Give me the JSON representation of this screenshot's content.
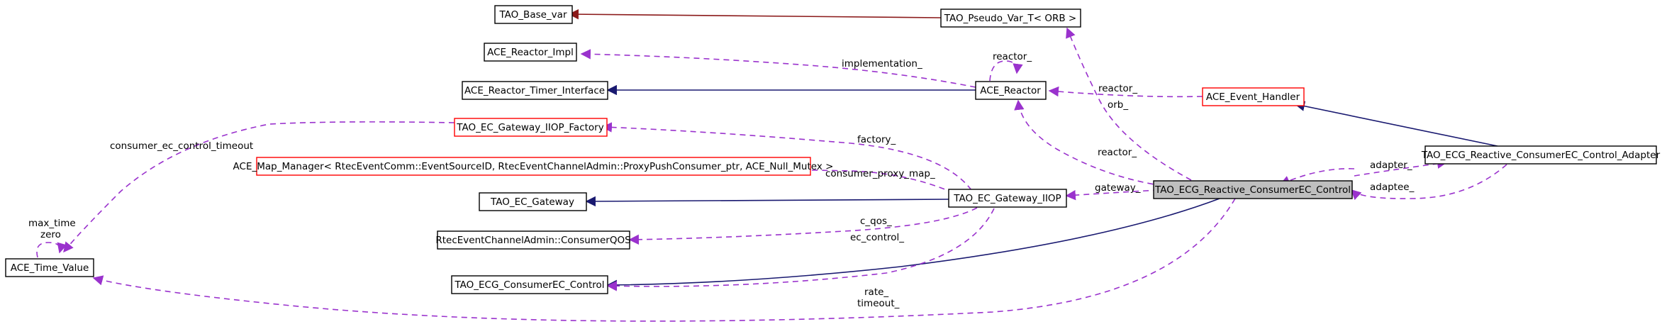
{
  "nodes": {
    "tao_base_var": "TAO_Base_var",
    "tao_pseudo_var": "TAO_Pseudo_Var_T< ORB >",
    "ace_reactor_impl": "ACE_Reactor_Impl",
    "ace_reactor_timer_interface": "ACE_Reactor_Timer_Interface",
    "ace_reactor": "ACE_Reactor",
    "ace_event_handler": "ACE_Event_Handler",
    "tao_ec_gateway_iiop_factory": "TAO_EC_Gateway_IIOP_Factory",
    "ace_map_manager": "ACE_Map_Manager< RtecEventComm::EventSourceID, RtecEventChannelAdmin::ProxyPushConsumer_ptr, ACE_Null_Mutex >",
    "tao_ec_gateway": "TAO_EC_Gateway",
    "tao_ec_gateway_iiop": "TAO_EC_Gateway_IIOP",
    "rtec_consumer_qos": "RtecEventChannelAdmin::ConsumerQOS",
    "ace_time_value": "ACE_Time_Value",
    "tao_ecg_consumer_ec_control": "TAO_ECG_ConsumerEC_Control",
    "tao_ecg_reactive_consumer_ec_control": "TAO_ECG_Reactive_ConsumerEC_Control",
    "tao_ecg_reactive_adapter": "TAO_ECG_Reactive_ConsumerEC_Control_Adapter"
  },
  "edge_labels": {
    "implementation": "implementation_",
    "reactor_self": "reactor_",
    "reactor_handler": "reactor_",
    "orb": "orb_",
    "reactor_main": "reactor_",
    "factory": "factory_",
    "consumer_proxy_map": "consumer_proxy_map_",
    "gateway": "gateway_",
    "c_qos": "c_qos_",
    "ec_control": "ec_control_",
    "consumer_ec_control_timeout": "consumer_ec_control_timeout",
    "max_time": "max_time",
    "zero": "zero",
    "rate": "rate_",
    "timeout": "timeout_",
    "adapter": "adapter_",
    "adaptee": "adaptee_"
  },
  "colors": {
    "public_inheritance": "#191970",
    "private_inheritance": "#8b1a1a",
    "usage": "#9a32cd",
    "focus_fill": "#bfbfbf",
    "truncated_border": "#ff0000"
  }
}
